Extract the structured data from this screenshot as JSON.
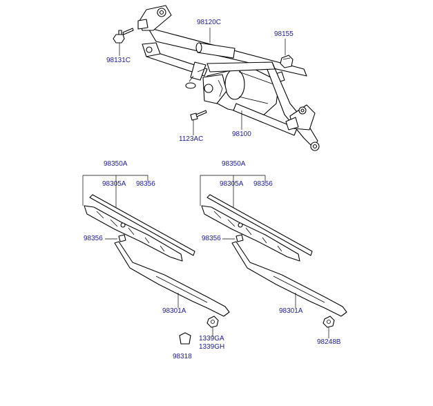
{
  "labels": {
    "p98120C": "98120C",
    "p98155": "98155",
    "p98131C": "98131C",
    "p1123AC": "1123AC",
    "p98100": "98100",
    "left_98350A": "98350A",
    "left_98305A": "98305A",
    "left_98356a": "98356",
    "left_98356b": "98356",
    "left_98301A": "98301A",
    "left_1339GA": "1339GA",
    "left_1339GH": "1339GH",
    "left_98318": "98318",
    "right_98350A": "98350A",
    "right_98305A": "98305A",
    "right_98356a": "98356",
    "right_98356b": "98356",
    "right_98301A": "98301A",
    "right_98248B": "98248B"
  },
  "colors": {
    "label": "#1a1a8c",
    "line": "#000000",
    "background": "#ffffff"
  }
}
